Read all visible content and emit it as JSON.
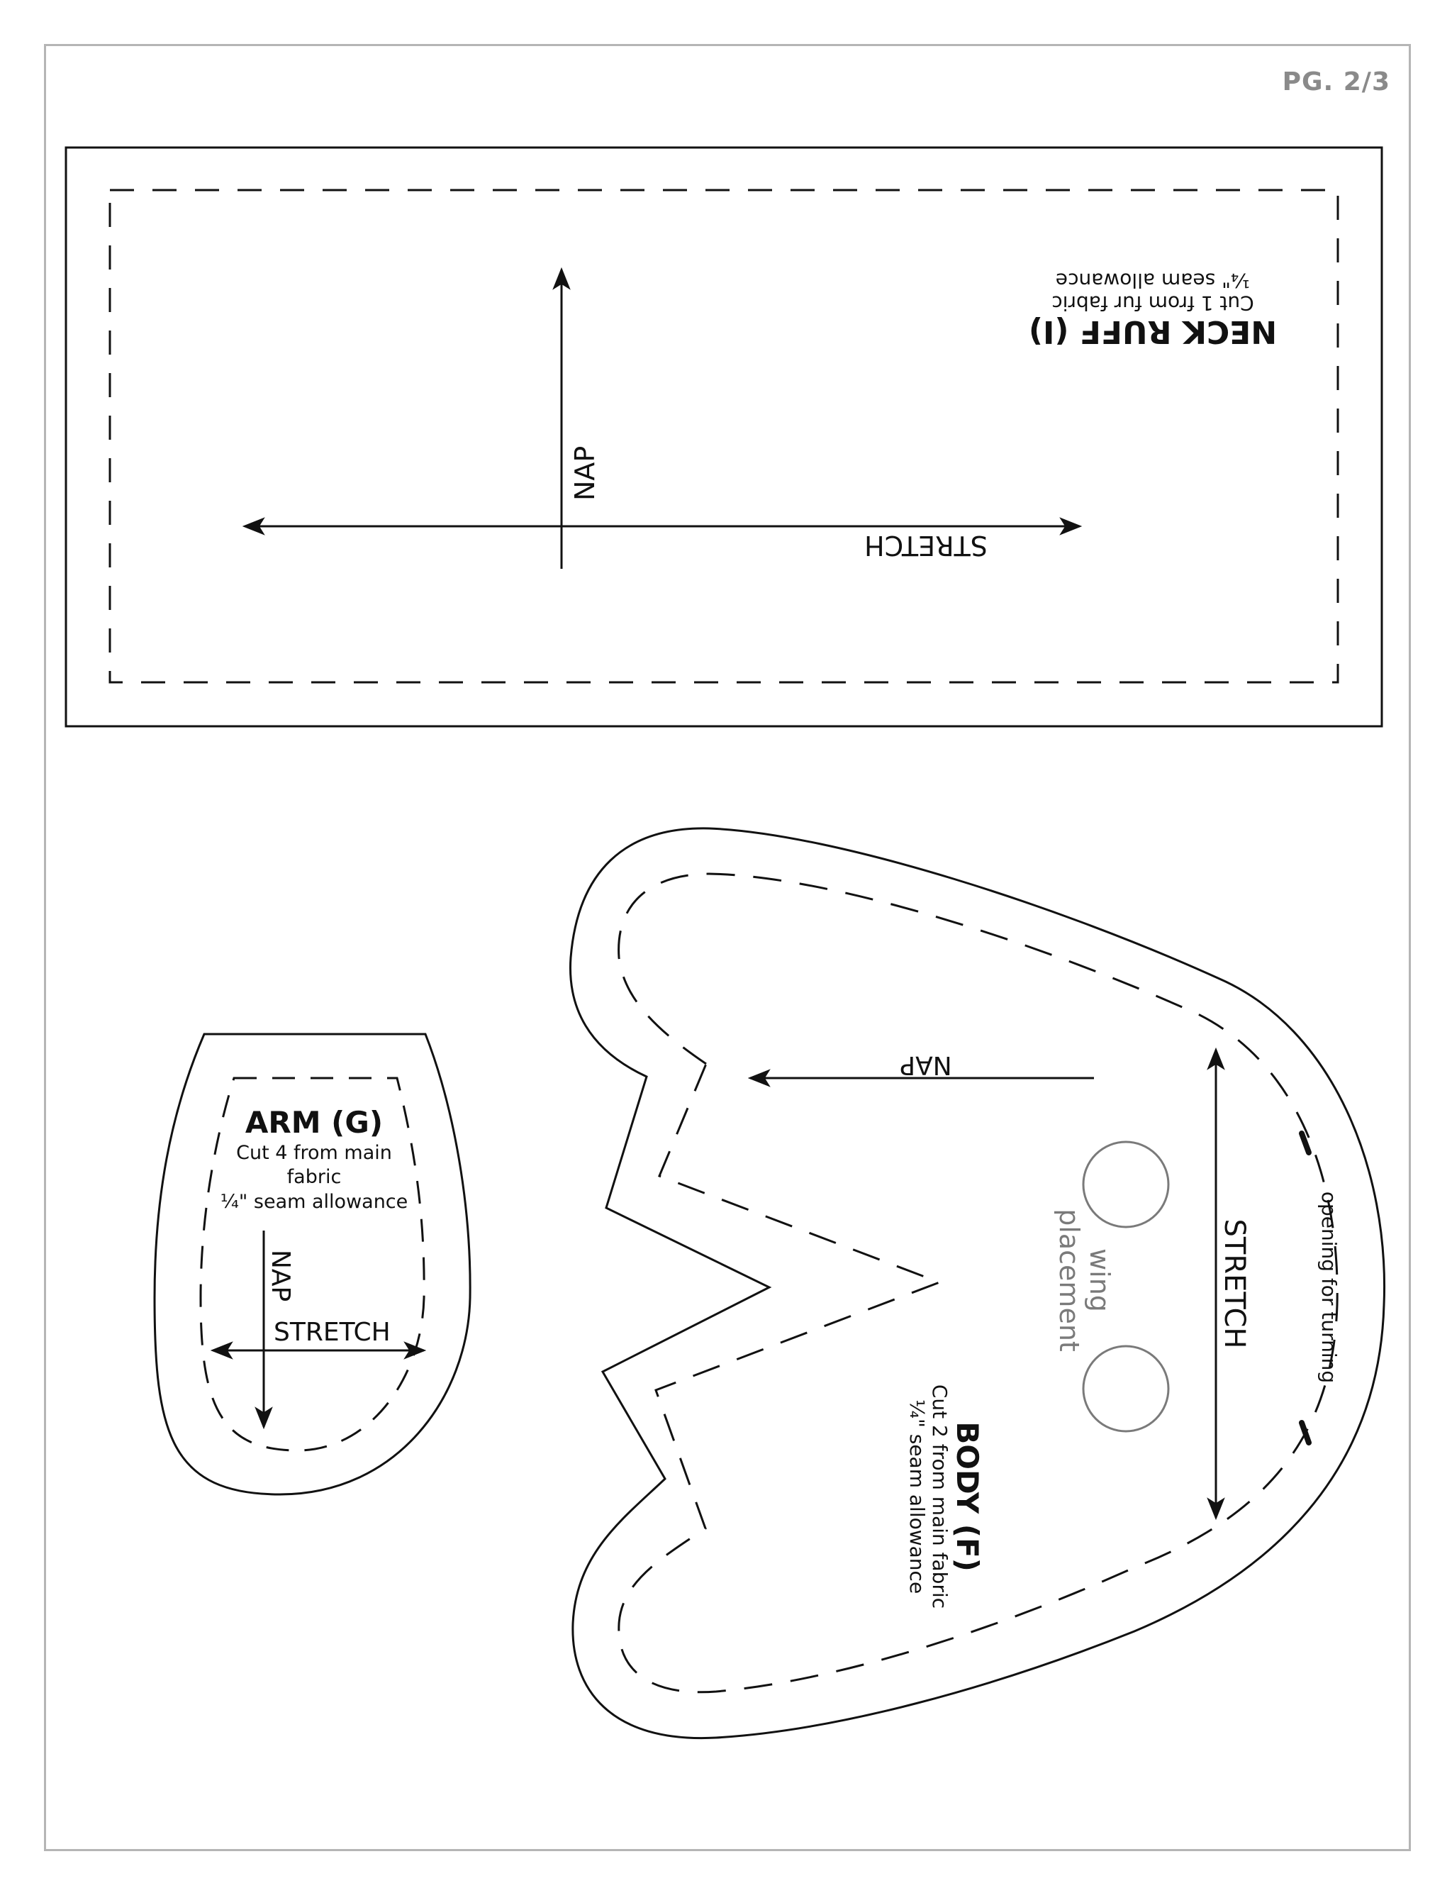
{
  "page": {
    "number_label": "PG. 2/3"
  },
  "neck_ruff": {
    "title": "NECK RUFF (I)",
    "line1": "Cut 1 from fur fabric",
    "line2": "¼\" seam allowance",
    "nap_label": "NAP",
    "stretch_label": "STRETCH"
  },
  "arm": {
    "title": "ARM (G)",
    "line1": "Cut 4 from main",
    "line2": "fabric",
    "line3": "¼\" seam allowance",
    "nap_label": "NAP",
    "stretch_label": "STRETCH"
  },
  "body": {
    "title": "BODY (F)",
    "line1": "Cut 2 from main fabric",
    "line2": "¼\" seam allowance",
    "nap_label": "NAP",
    "stretch_label": "STRETCH",
    "wing_label_1": "wing",
    "wing_label_2": "placement",
    "opening_label": "opening for turning"
  },
  "colors": {
    "line": "#111111",
    "frame": "#b5b5b5",
    "wing_circle": "#7a7a7a",
    "page_number": "#8a8a8a"
  }
}
